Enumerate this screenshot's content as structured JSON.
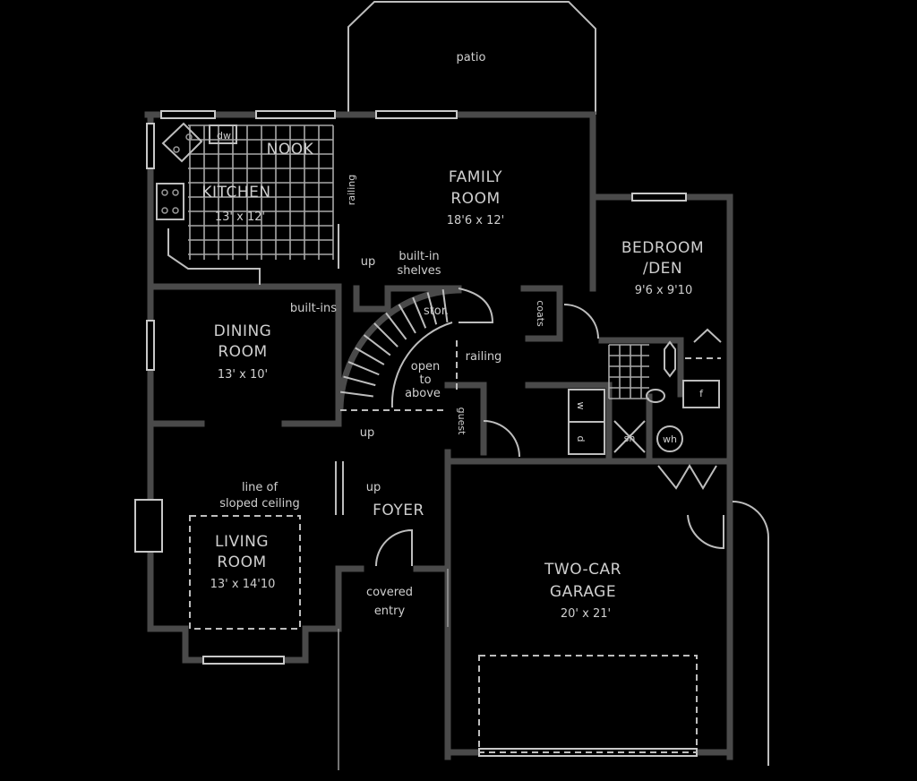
{
  "title": "First floor plan",
  "exterior": {
    "patio": "patio",
    "covered_entry_line1": "covered",
    "covered_entry_line2": "entry"
  },
  "rooms": {
    "nook": {
      "name": "NOOK"
    },
    "kitchen": {
      "name": "KITCHEN",
      "size": "13' x 12'"
    },
    "family_room": {
      "name_line1": "FAMILY",
      "name_line2": "ROOM",
      "size": "18'6 x 12'"
    },
    "bedroom_den": {
      "name_line1": "BEDROOM",
      "name_line2": "/DEN",
      "size": "9'6 x 9'10"
    },
    "dining_room": {
      "name_line1": "DINING",
      "name_line2": "ROOM",
      "size": "13' x 10'"
    },
    "living_room": {
      "name_line1": "LIVING",
      "name_line2": "ROOM",
      "size": "13' x 14'10"
    },
    "foyer": {
      "name": "FOYER"
    },
    "garage": {
      "name_line1": "TWO-CAR",
      "name_line2": "GARAGE",
      "size": "20' x 21'"
    }
  },
  "notes": {
    "dw": "dw",
    "railing_kitchen": "railing",
    "up_kitchen": "up",
    "built_in_shelves_line1": "built-in",
    "built_in_shelves_line2": "shelves",
    "built_ins": "built-ins",
    "stor": "stor.",
    "railing_stair": "railing",
    "open_to_above_line1": "open",
    "open_to_above_line2": "to",
    "open_to_above_line3": "above",
    "up_stair": "up",
    "up_foyer": "up",
    "guest": "guest",
    "coats": "coats",
    "washer": "w",
    "dryer": "d",
    "shower": "sh",
    "water_heater": "wh",
    "furnace": "f",
    "sloped_ceiling_line1": "line of",
    "sloped_ceiling_line2": "sloped ceiling"
  }
}
